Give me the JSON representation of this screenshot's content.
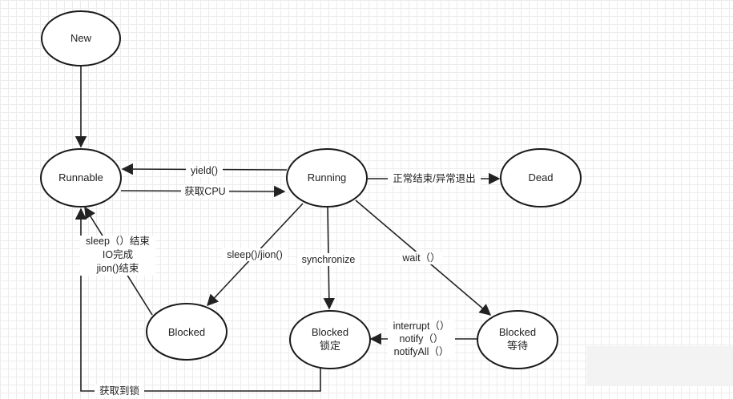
{
  "nodes": {
    "new": "New",
    "runnable": "Runnable",
    "running": "Running",
    "dead": "Dead",
    "blocked": "Blocked",
    "blocked_lock": [
      "Blocked",
      "锁定"
    ],
    "blocked_wait": [
      "Blocked",
      "等待"
    ]
  },
  "edges": {
    "yield": "yield()",
    "get_cpu": "获取CPU",
    "finish": "正常结束/异常退出",
    "sleep_join": "sleep()/jion()",
    "synchronize": "synchronize",
    "wait": "wait（）",
    "wake_up": [
      "sleep（）结束",
      "IO完成",
      "jion()结束"
    ],
    "notify": [
      "interrupt（）",
      "notify（）",
      "notifyAll（）"
    ],
    "get_lock": "获取到锁"
  }
}
